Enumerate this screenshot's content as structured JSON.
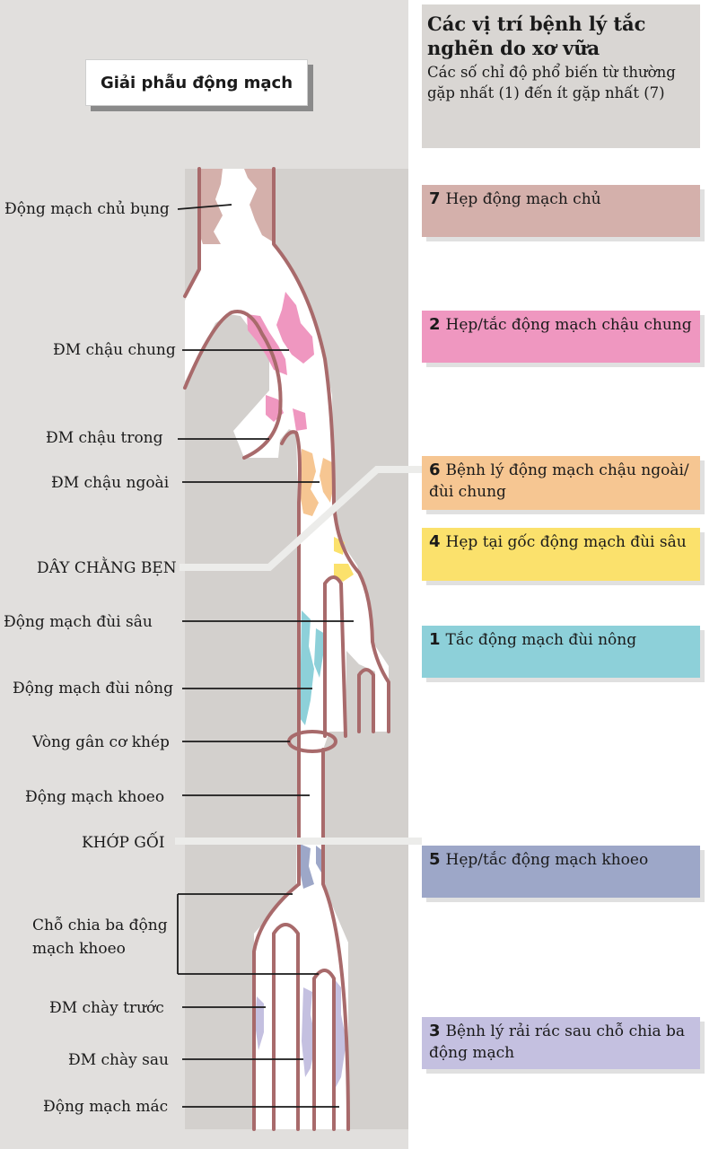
{
  "title": "Giải phẫu động mạch",
  "header": {
    "title": "Các vị trí bệnh lý tắc nghẽn do xơ vữa",
    "subtitle": "Các số chỉ độ phổ biến từ thường gặp nhất (1) đến ít gặp nhất (7)"
  },
  "labels": {
    "aorta": "Động mạch chủ bụng",
    "common_iliac": "ĐM chậu chung",
    "internal_iliac": "ĐM chậu trong",
    "external_iliac": "ĐM chậu ngoài",
    "inguinal": "DÂY CHẰNG BẸN",
    "deep_femoral": "Động mạch đùi sâu",
    "superficial_femoral": "Động mạch đùi nông",
    "adductor": "Vòng gân cơ khép",
    "popliteal": "Động mạch khoeo",
    "knee": "KHỚP GỐI",
    "trifurcation": "Chỗ chia ba động mạch khoeo",
    "anterior_tibial": "ĐM chày trước",
    "posterior_tibial": "ĐM chày sau",
    "peroneal": "Động mạch mác"
  },
  "sites": [
    {
      "num": "7",
      "text": "Hẹp động mạch chủ",
      "color": "#d4b0ab"
    },
    {
      "num": "2",
      "text": "Hẹp/tắc động mạch chậu chung",
      "color": "#ef97c0"
    },
    {
      "num": "6",
      "text": "Bệnh lý động mạch chậu ngoài/đùi chung",
      "color": "#f6c692"
    },
    {
      "num": "4",
      "text": "Hẹp tại gốc động mạch đùi sâu",
      "color": "#fbe16c"
    },
    {
      "num": "1",
      "text": "Tắc động mạch đùi nông",
      "color": "#8dd0d9"
    },
    {
      "num": "5",
      "text": "Hẹp/tắc động mạch khoeo",
      "color": "#9da7c8"
    },
    {
      "num": "3",
      "text": "Bệnh lý rải rác sau chỗ chia ba động mạch",
      "color": "#c4c0e0"
    }
  ]
}
